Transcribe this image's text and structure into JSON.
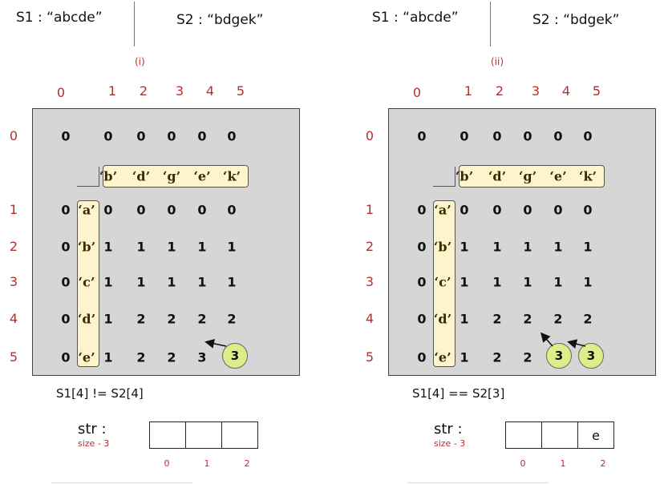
{
  "s1_label": "S1 : “abcde”",
  "s2_label": "S2 : “bdgek”",
  "col_indices": [
    "0",
    "1",
    "2",
    "3",
    "4",
    "5"
  ],
  "row_indices": [
    "0",
    "1",
    "2",
    "3",
    "4",
    "5"
  ],
  "s2_chars": [
    "‘b’",
    "‘d’",
    "‘g’",
    "‘e’",
    "‘k’"
  ],
  "s1_chars": [
    "‘a’",
    "‘b’",
    "‘c’",
    "‘d’",
    "‘e’"
  ],
  "str_label": "str :",
  "str_size": "size - 3",
  "str_indices": [
    "0",
    "1",
    "2"
  ],
  "colors": {
    "highlight": "#fdf4cc",
    "circle": "#dcee8a",
    "index": "#b03030",
    "grid": "#d6d6d6"
  },
  "panels": [
    {
      "step": "(i)",
      "comparison": "S1[4] != S2[4]",
      "table": [
        [
          "0",
          "0",
          "0",
          "0",
          "0",
          "0"
        ],
        [
          "0",
          "0",
          "0",
          "0",
          "0",
          "0"
        ],
        [
          "0",
          "1",
          "1",
          "1",
          "1",
          "1"
        ],
        [
          "0",
          "1",
          "1",
          "1",
          "1",
          "1"
        ],
        [
          "0",
          "1",
          "2",
          "2",
          "2",
          "2"
        ],
        [
          "0",
          "1",
          "2",
          "2",
          "3",
          "3"
        ]
      ],
      "circled": [
        [
          5,
          5
        ]
      ],
      "arrows": [
        {
          "from": [
            5,
            5
          ],
          "to": [
            5,
            4
          ]
        }
      ],
      "str_cells": [
        "",
        "",
        ""
      ]
    },
    {
      "step": "(ii)",
      "comparison": "S1[4] == S2[3]",
      "table": [
        [
          "0",
          "0",
          "0",
          "0",
          "0",
          "0"
        ],
        [
          "0",
          "0",
          "0",
          "0",
          "0",
          "0"
        ],
        [
          "0",
          "1",
          "1",
          "1",
          "1",
          "1"
        ],
        [
          "0",
          "1",
          "1",
          "1",
          "1",
          "1"
        ],
        [
          "0",
          "1",
          "2",
          "2",
          "2",
          "2"
        ],
        [
          "0",
          "1",
          "2",
          "2",
          "3",
          "3"
        ]
      ],
      "circled": [
        [
          5,
          4
        ],
        [
          5,
          5
        ]
      ],
      "arrows": [
        {
          "from": [
            5,
            5
          ],
          "to": [
            5,
            4
          ]
        },
        {
          "from": [
            5,
            4
          ],
          "to": [
            4,
            3
          ]
        }
      ],
      "str_cells": [
        "",
        "",
        "e"
      ]
    }
  ]
}
